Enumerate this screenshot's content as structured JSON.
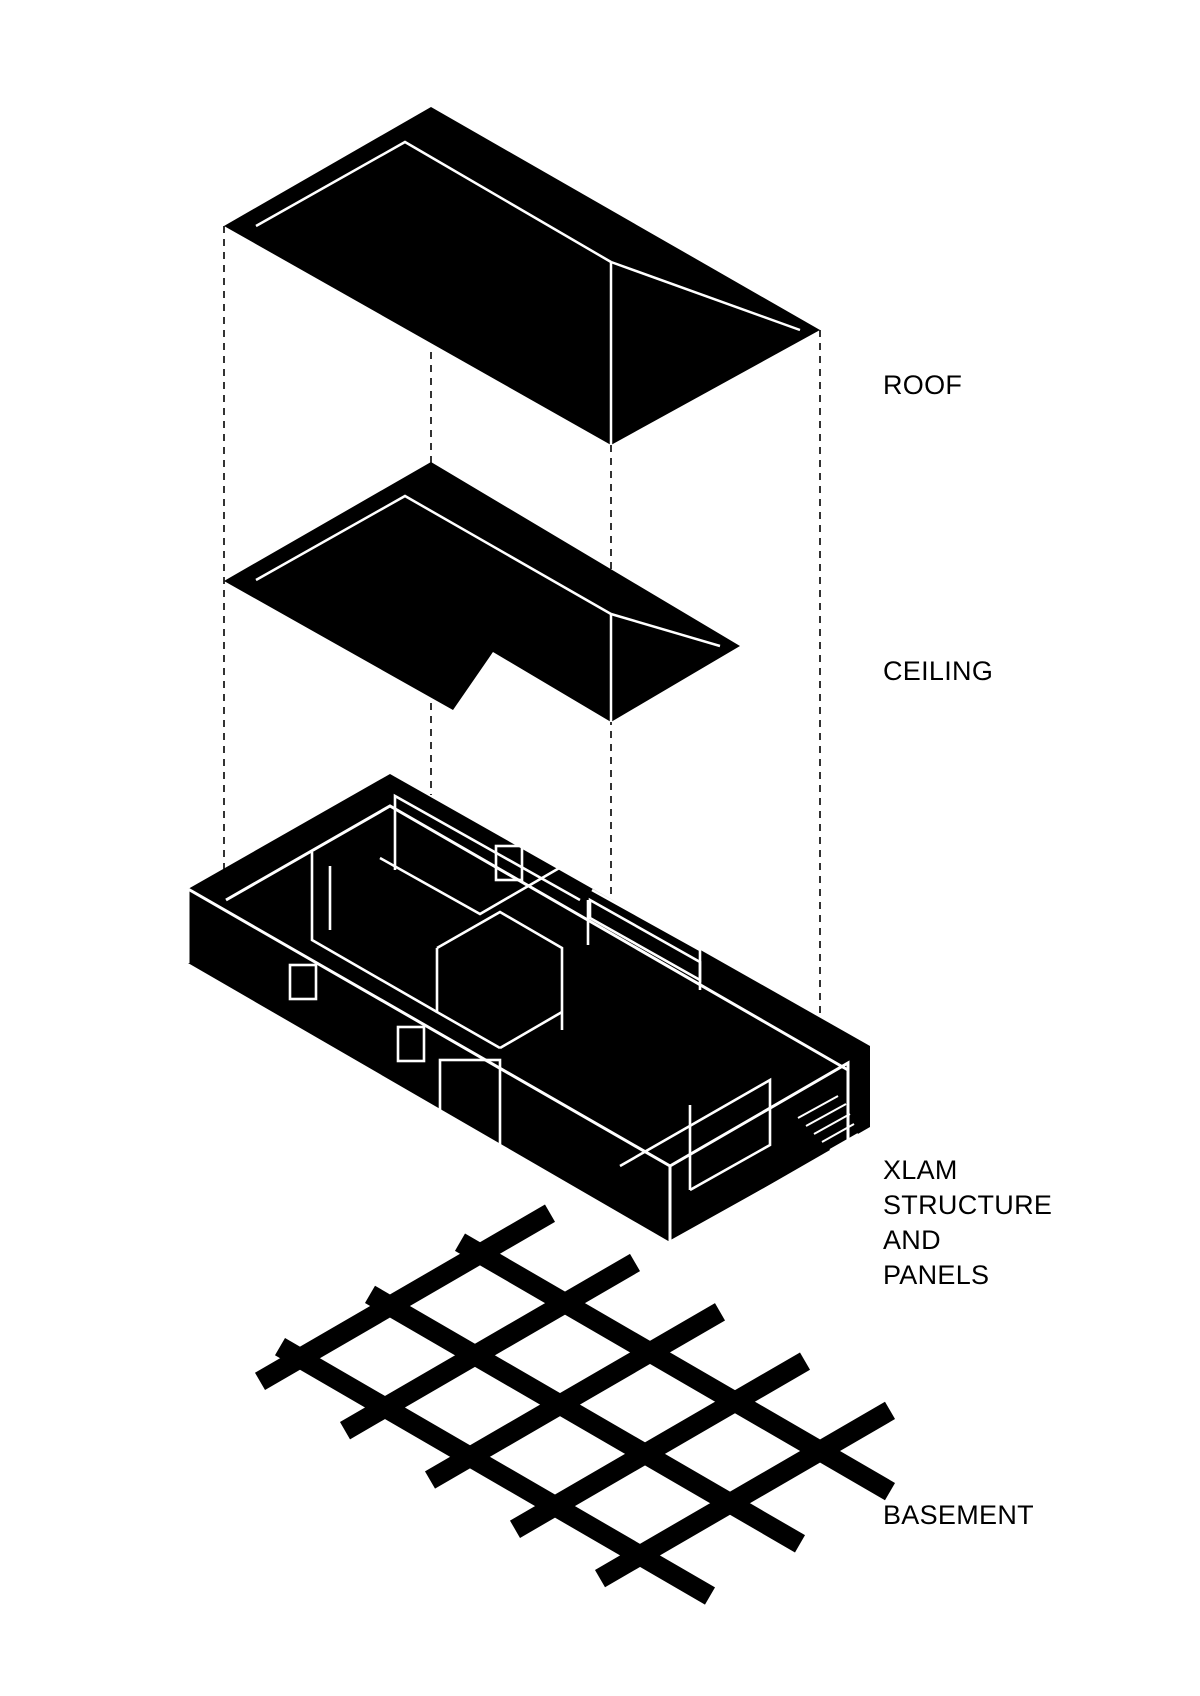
{
  "labels": {
    "roof": "ROOF",
    "ceiling": "CEILING",
    "xlam": [
      "XLAM",
      "STRUCTURE",
      "AND",
      "PANELS"
    ],
    "basement": "BASEMENT"
  },
  "colors": {
    "ink": "#000000",
    "paper": "#ffffff"
  }
}
